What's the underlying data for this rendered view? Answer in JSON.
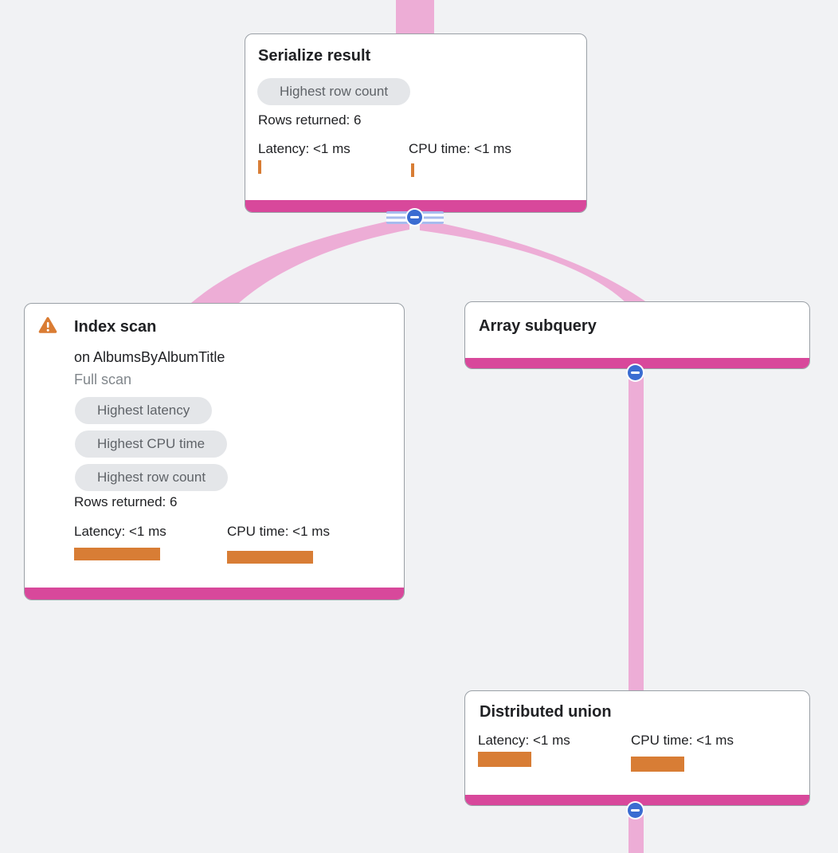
{
  "diagram_type": "query-execution-plan-tree",
  "colors": {
    "background": "#f1f2f4",
    "node_background": "#ffffff",
    "node_border": "#9aa0a6",
    "node_accent_bar": "#d8489b",
    "edge_ribbon": "#edadd6",
    "badge_background": "#e4e6e9",
    "badge_text": "#5f6368",
    "metric_bar": "#d87d35",
    "warning_icon": "#da7c33",
    "collapse_button": "#3a6cd1",
    "stripe_lines": "#a7bbee",
    "title_text": "#202124",
    "muted_text": "#80868b"
  },
  "icons": {
    "warning": "warning-triangle-icon",
    "collapse": "minus-circle-icon"
  },
  "nodes": [
    {
      "id": "serialize-result",
      "title": "Serialize result",
      "badges": [
        "Highest row count"
      ],
      "rows_returned": "Rows returned: 6",
      "metrics": [
        {
          "label": "Latency: <1 ms"
        },
        {
          "label": "CPU time: <1 ms"
        }
      ]
    },
    {
      "id": "index-scan",
      "title": "Index scan",
      "subtitle": "on AlbumsByAlbumTitle",
      "note": "Full scan",
      "has_warning": true,
      "badges": [
        "Highest latency",
        "Highest CPU time",
        "Highest row count"
      ],
      "rows_returned": "Rows returned: 6",
      "metrics": [
        {
          "label": "Latency: <1 ms"
        },
        {
          "label": "CPU time: <1 ms"
        }
      ]
    },
    {
      "id": "array-subquery",
      "title": "Array subquery",
      "badges": [],
      "metrics": []
    },
    {
      "id": "distributed-union",
      "title": "Distributed union",
      "badges": [],
      "metrics": [
        {
          "label": "Latency: <1 ms"
        },
        {
          "label": "CPU time: <1 ms"
        }
      ]
    }
  ],
  "edges": [
    {
      "from": "(offscreen-parent)",
      "to": "serialize-result"
    },
    {
      "from": "serialize-result",
      "to": "index-scan"
    },
    {
      "from": "serialize-result",
      "to": "array-subquery"
    },
    {
      "from": "array-subquery",
      "to": "distributed-union"
    },
    {
      "from": "distributed-union",
      "to": "(offscreen-child)"
    }
  ]
}
